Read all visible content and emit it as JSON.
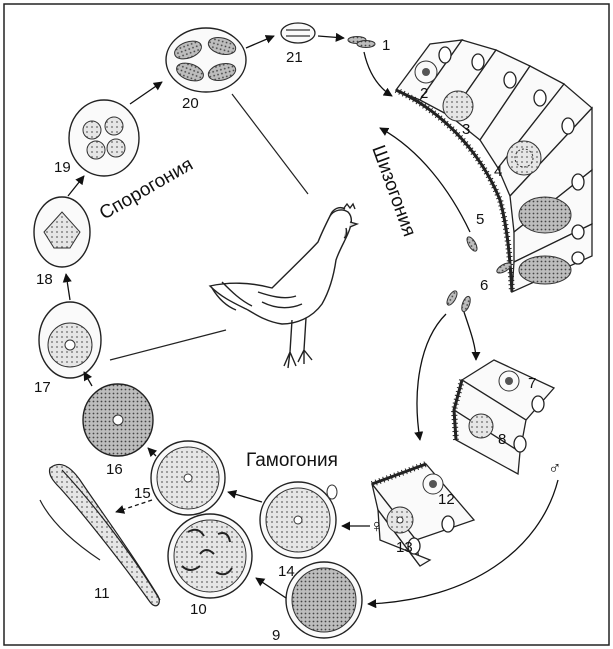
{
  "phases": {
    "sporogony": "Спорогония",
    "schizogony": "Шизогония",
    "gametogony": "Гамогония"
  },
  "stage_numbers": [
    "1",
    "2",
    "3",
    "4",
    "5",
    "6",
    "7",
    "8",
    "9",
    "10",
    "11",
    "12",
    "13",
    "14",
    "15",
    "16",
    "17",
    "18",
    "19",
    "20",
    "21"
  ],
  "sex_symbols": {
    "male": "♂",
    "female": "♀"
  },
  "colors": {
    "ink": "#111111",
    "cell_fill": "#f4f4f4",
    "stipple": "#555555",
    "background": "#ffffff"
  },
  "host_icon": "chicken-icon"
}
